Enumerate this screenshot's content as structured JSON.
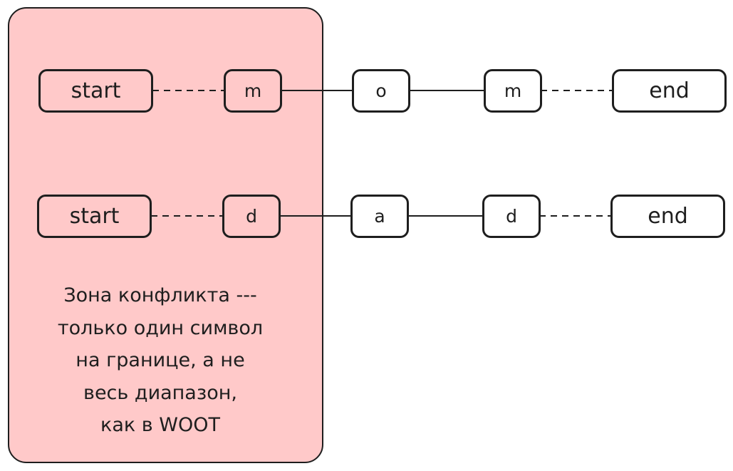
{
  "colors": {
    "zone_fill": "#ffc9c9",
    "stroke": "#1e1e1e",
    "background": "#ffffff"
  },
  "rows": [
    {
      "nodes": [
        "start",
        "m",
        "o",
        "m",
        "end"
      ],
      "edges": [
        "dashed",
        "solid",
        "solid",
        "dashed"
      ]
    },
    {
      "nodes": [
        "start",
        "d",
        "a",
        "d",
        "end"
      ],
      "edges": [
        "dashed",
        "solid",
        "solid",
        "dashed"
      ]
    }
  ],
  "note": "Зона конфликта ---\nтолько один символ\nна границе, а не\nвесь диапазон,\nкак в WOOT"
}
